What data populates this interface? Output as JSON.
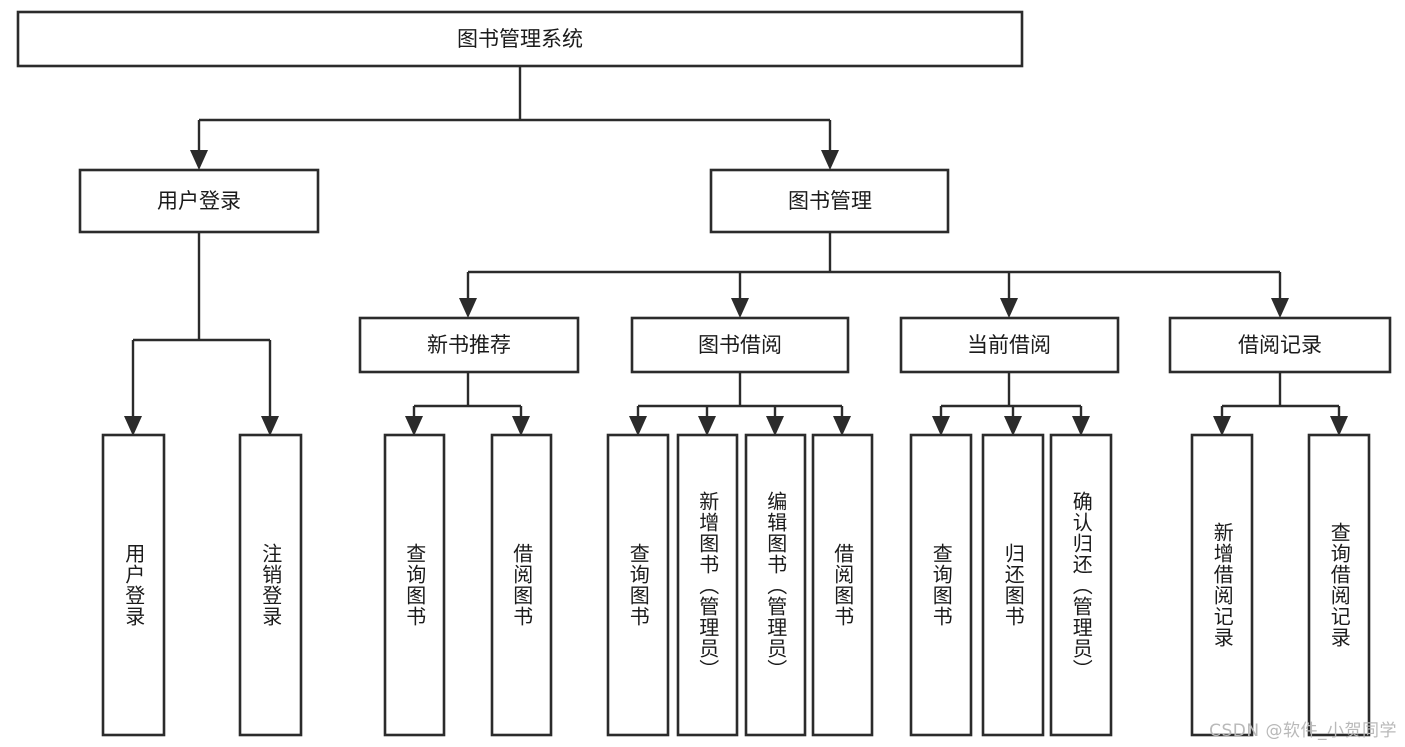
{
  "diagram": {
    "type": "tree",
    "title": "图书管理系统",
    "root": {
      "label": "图书管理系统"
    },
    "level2": [
      {
        "label": "用户登录"
      },
      {
        "label": "图书管理"
      }
    ],
    "level3": [
      {
        "label": "新书推荐"
      },
      {
        "label": "图书借阅"
      },
      {
        "label": "当前借阅"
      },
      {
        "label": "借阅记录"
      }
    ],
    "leaves": {
      "user_login": [
        {
          "label": "用户登录"
        },
        {
          "label": "注销登录"
        }
      ],
      "new_book_recommend": [
        {
          "label": "查询图书"
        },
        {
          "label": "借阅图书"
        }
      ],
      "book_borrow": [
        {
          "label": "查询图书"
        },
        {
          "label": "新增图书（管理员）"
        },
        {
          "label": "编辑图书（管理员）"
        },
        {
          "label": "借阅图书"
        }
      ],
      "current_borrow": [
        {
          "label": "查询图书"
        },
        {
          "label": "归还图书"
        },
        {
          "label": "确认归还（管理员）"
        }
      ],
      "borrow_record": [
        {
          "label": "新增借阅记录"
        },
        {
          "label": "查询借阅记录"
        }
      ]
    }
  },
  "watermark": {
    "text": "CSDN @软件_小贺同学"
  },
  "colors": {
    "stroke": "#2b2b2b",
    "box_fill": "#ffffff",
    "text": "#1b1b1b",
    "watermark": "#b9b9b9",
    "background": "#ffffff"
  }
}
